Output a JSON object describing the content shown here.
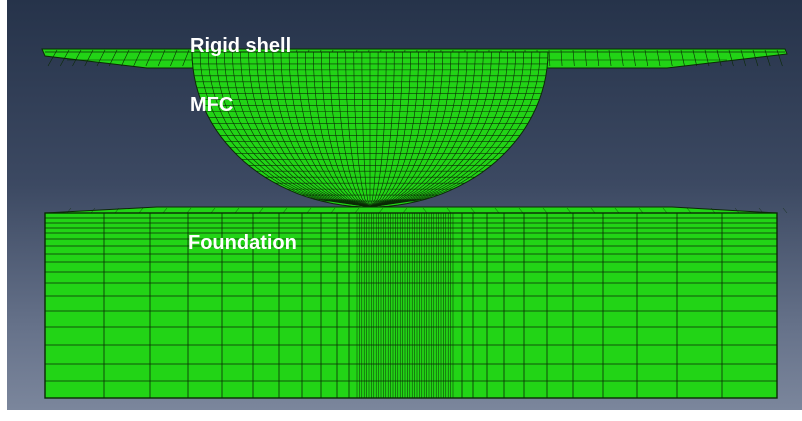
{
  "labels": {
    "rigid_shell": "Rigid shell",
    "mfc": "MFC",
    "foundation": "Foundation"
  },
  "colors": {
    "mesh_fill": "#22d416",
    "mesh_line": "#0b2a06",
    "background_top": "#26334a",
    "background_bottom": "#7b869c",
    "label_text": "#ffffff"
  }
}
